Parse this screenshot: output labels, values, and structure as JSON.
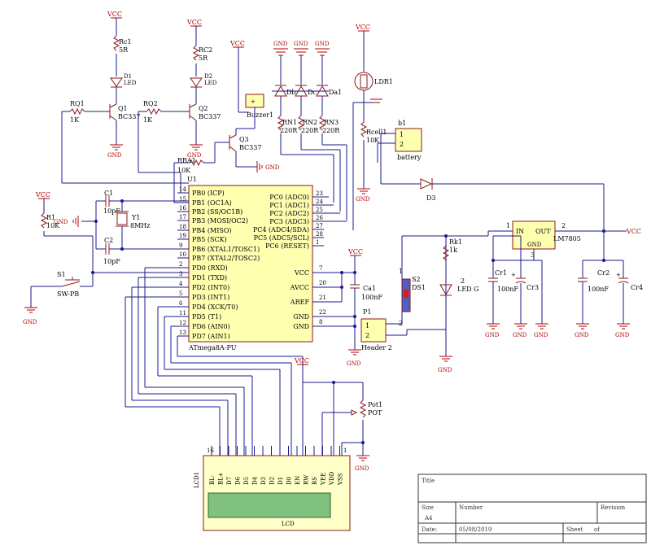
{
  "power": {
    "vcc": "VCC",
    "gnd": "GND"
  },
  "mcu": {
    "ref": "U1",
    "part": "ATmega8A-PU",
    "left_pins": [
      {
        "num": "14",
        "name": "PB0 (ICP)"
      },
      {
        "num": "15",
        "name": "PB1 (OC1A)"
      },
      {
        "num": "16",
        "name": "PB2 (SS/OC1B)"
      },
      {
        "num": "17",
        "name": "PB3 (MOSI/OC2)"
      },
      {
        "num": "18",
        "name": "PB4 (MISO)"
      },
      {
        "num": "19",
        "name": "PB5 (SCK)"
      },
      {
        "num": "9",
        "name": "PB6 (XTAL1/TOSC1)"
      },
      {
        "num": "10",
        "name": "PB7 (XTAL2/TOSC2)"
      },
      {
        "num": "2",
        "name": "PD0 (RXD)"
      },
      {
        "num": "3",
        "name": "PD1 (TXD)"
      },
      {
        "num": "4",
        "name": "PD2 (INT0)"
      },
      {
        "num": "5",
        "name": "PD3 (INT1)"
      },
      {
        "num": "6",
        "name": "PD4 (XCK/T0)"
      },
      {
        "num": "11",
        "name": "PD5 (T1)"
      },
      {
        "num": "12",
        "name": "PD6 (AIN0)"
      },
      {
        "num": "13",
        "name": "PD7 (AIN1)"
      }
    ],
    "right_pins": [
      {
        "num": "23",
        "name": "PC0 (ADC0)"
      },
      {
        "num": "24",
        "name": "PC1 (ADC1)"
      },
      {
        "num": "25",
        "name": "PC2 (ADC2)"
      },
      {
        "num": "26",
        "name": "PC3 (ADC3)"
      },
      {
        "num": "27",
        "name": "PC4 (ADC4/SDA)"
      },
      {
        "num": "28",
        "name": "PC5 (ADC5/SCL)"
      },
      {
        "num": "1",
        "name": "PC6 (RESET)"
      }
    ],
    "power_pins": [
      {
        "num": "7",
        "name": "VCC"
      },
      {
        "num": "20",
        "name": "AVCC"
      },
      {
        "num": "21",
        "name": "AREF"
      },
      {
        "num": "22",
        "name": "GND"
      },
      {
        "num": "8",
        "name": "GND"
      }
    ]
  },
  "parts": {
    "rc1": {
      "ref": "Rc1",
      "val": "5R"
    },
    "rc2": {
      "ref": "RC2",
      "val": "5R"
    },
    "d1": {
      "ref": "D1",
      "val": "LED"
    },
    "d2": {
      "ref": "D2",
      "val": "LED"
    },
    "rq1": {
      "ref": "RQ1",
      "val": "1K"
    },
    "rq2": {
      "ref": "RQ2",
      "val": "1K"
    },
    "q1": {
      "ref": "Q1",
      "val": "BC337"
    },
    "q2": {
      "ref": "Q2",
      "val": "BC337"
    },
    "q3": {
      "ref": "Q3",
      "val": "BC337"
    },
    "rba1": {
      "ref": "RBA1",
      "val": "10K"
    },
    "buzzer": {
      "ref": "Buzzer1"
    },
    "db": {
      "ref": "Db"
    },
    "dc": {
      "ref": "Dc"
    },
    "da1": {
      "ref": "Da1"
    },
    "rn1": {
      "ref": "RN1",
      "val": "220R"
    },
    "rn2": {
      "ref": "RN2",
      "val": "220R"
    },
    "rn3": {
      "ref": "RN3",
      "val": "220R"
    },
    "ldr": {
      "ref": "LDR1"
    },
    "rcell": {
      "ref": "Rcell1",
      "val": "10K"
    },
    "b1": {
      "ref": "b1",
      "val": "battery",
      "p1": "1",
      "p2": "2"
    },
    "d3": {
      "ref": "D3"
    },
    "c1": {
      "ref": "C1",
      "val": "10pF"
    },
    "c2": {
      "ref": "C2",
      "val": "10pF"
    },
    "y1": {
      "ref": "Y1",
      "val": "8MHz"
    },
    "r1": {
      "ref": "R1",
      "val": "10K"
    },
    "s1": {
      "ref": "S1",
      "val": "SW-PB"
    },
    "ca1": {
      "ref": "Ca1",
      "val": "100nF"
    },
    "p1": {
      "ref": "P1",
      "val": "Header 2",
      "p1": "1",
      "p2": "2"
    },
    "s2": {
      "ref": "S2"
    },
    "ds1": {
      "ref": "DS1"
    },
    "rk1": {
      "ref": "Rk1",
      "val": "1k"
    },
    "ledg": {
      "ref": "LED G",
      "pin": "2"
    },
    "reg": {
      "val": "LM7805",
      "in": "IN",
      "out": "OUT",
      "gnd": "GND",
      "p1": "1",
      "p2": "2",
      "p3": "3"
    },
    "cr1": {
      "ref": "Cr1",
      "val": "100nF"
    },
    "cr3": {
      "ref": "Cr3"
    },
    "cr2": {
      "ref": "Cr2",
      "val": "100nF"
    },
    "cr4": {
      "ref": "Cr4"
    },
    "pot": {
      "ref": "Pot1",
      "val": "POT"
    }
  },
  "lcd": {
    "ref": "LCD1",
    "label": "LCD",
    "pins": [
      "BL-",
      "BL+",
      "D7",
      "D6",
      "D5",
      "D4",
      "D3",
      "D2",
      "D1",
      "D0",
      "EN",
      "RW",
      "RS",
      "VEE",
      "VDD",
      "VSS"
    ],
    "pin_first": "16",
    "pin_last": "1"
  },
  "title_block": {
    "title": "Title",
    "size_label": "Size",
    "size": "A4",
    "number_label": "Number",
    "revision_label": "Revision",
    "date_label": "Date:",
    "date": "05/08/2019",
    "sheet_label": "Sheet",
    "of_label": "of"
  }
}
